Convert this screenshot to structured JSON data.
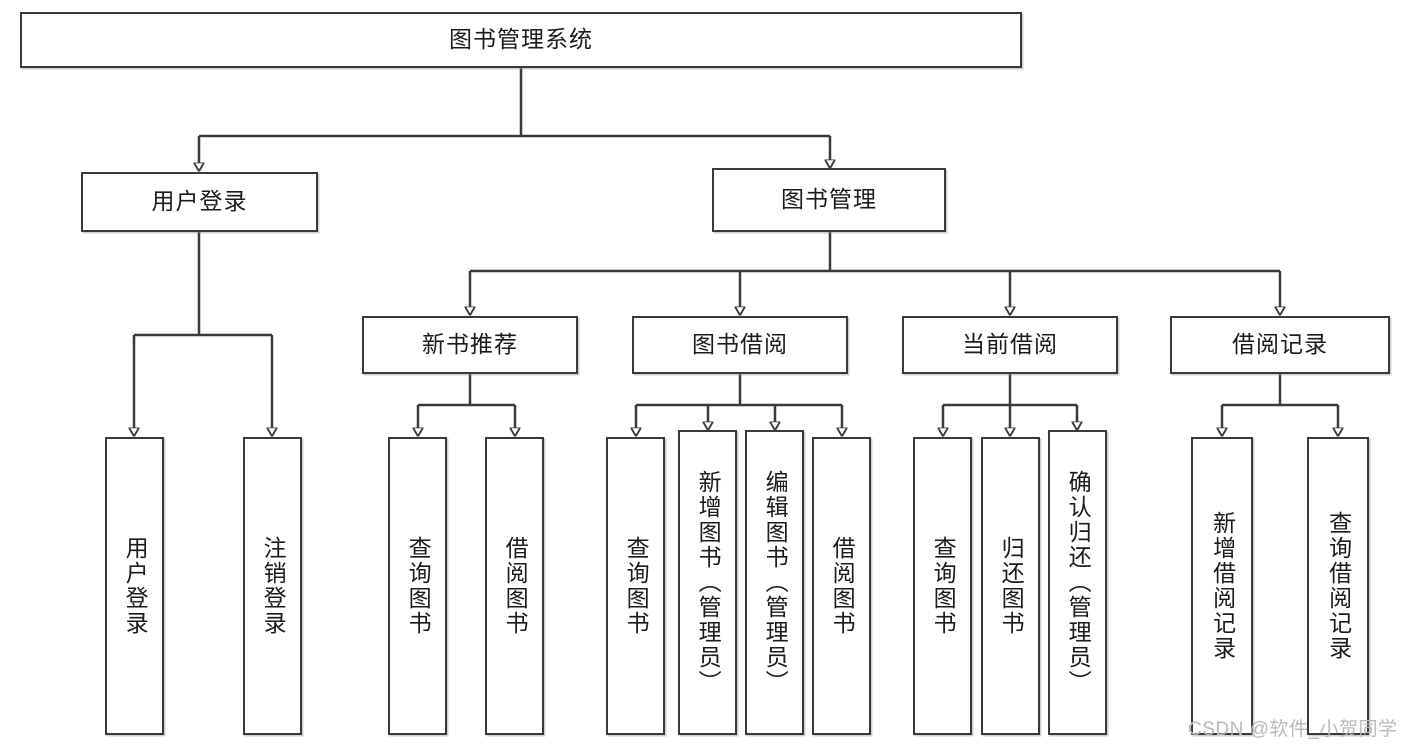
{
  "diagram": {
    "title_node": {
      "label": "图书管理系统"
    },
    "level2": [
      {
        "id": "user-login",
        "label": "用户登录"
      },
      {
        "id": "book-manage",
        "label": "图书管理"
      }
    ],
    "level3": [
      {
        "id": "new-book-recommend",
        "label": "新书推荐"
      },
      {
        "id": "book-borrow",
        "label": "图书借阅"
      },
      {
        "id": "current-borrow",
        "label": "当前借阅"
      },
      {
        "id": "borrow-record",
        "label": "借阅记录"
      }
    ],
    "leaves": {
      "user_login": [
        {
          "id": "leaf-user-login",
          "label": "用户登录"
        },
        {
          "id": "leaf-logout-login",
          "label": "注销登录"
        }
      ],
      "new_book_recommend": [
        {
          "id": "leaf-query-book-1",
          "label": "查询图书"
        },
        {
          "id": "leaf-borrow-book-1",
          "label": "借阅图书"
        }
      ],
      "book_borrow": [
        {
          "id": "leaf-query-book-2",
          "label": "查询图书"
        },
        {
          "id": "leaf-add-book",
          "label": "新增图书（管理员）"
        },
        {
          "id": "leaf-edit-book",
          "label": "编辑图书（管理员）"
        },
        {
          "id": "leaf-borrow-book-2",
          "label": "借阅图书"
        }
      ],
      "current_borrow": [
        {
          "id": "leaf-query-book-3",
          "label": "查询图书"
        },
        {
          "id": "leaf-return-book",
          "label": "归还图书"
        },
        {
          "id": "leaf-confirm-return",
          "label": "确认归还（管理员）"
        }
      ],
      "borrow_record": [
        {
          "id": "leaf-add-record",
          "label": "新增借阅记录"
        },
        {
          "id": "leaf-query-record",
          "label": "查询借阅记录"
        }
      ]
    }
  },
  "watermark": {
    "text": "CSDN @软件_小贺同学"
  },
  "colors": {
    "stroke": "#3a3a3a",
    "text": "#1b1b1b",
    "background": "#ffffff",
    "watermark": "#b9b9b9"
  }
}
